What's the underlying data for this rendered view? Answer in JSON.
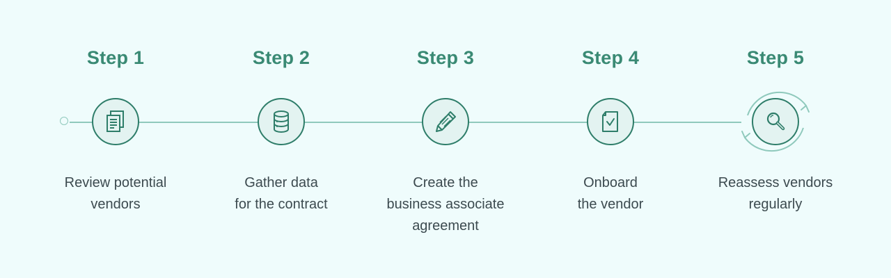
{
  "steps": [
    {
      "title": "Step 1",
      "icon": "documents-icon",
      "caption": [
        "Review potential",
        "vendors"
      ]
    },
    {
      "title": "Step 2",
      "icon": "database-icon",
      "caption": [
        "Gather data",
        "for the contract"
      ]
    },
    {
      "title": "Step 3",
      "icon": "pencil-icon",
      "caption": [
        "Create the",
        "business associate",
        "agreement"
      ]
    },
    {
      "title": "Step 4",
      "icon": "document-check-icon",
      "caption": [
        "Onboard",
        "the vendor"
      ]
    },
    {
      "title": "Step 5",
      "icon": "magnifier-icon",
      "caption": [
        "Reassess vendors",
        "regularly"
      ]
    }
  ],
  "colors": {
    "background": "#effcfc",
    "accent": "#3a8a74",
    "icon_stroke": "#2e7d69",
    "circle_fill": "#e3f3f1",
    "line": "#8fc9bc",
    "text": "#3c4a4f"
  }
}
